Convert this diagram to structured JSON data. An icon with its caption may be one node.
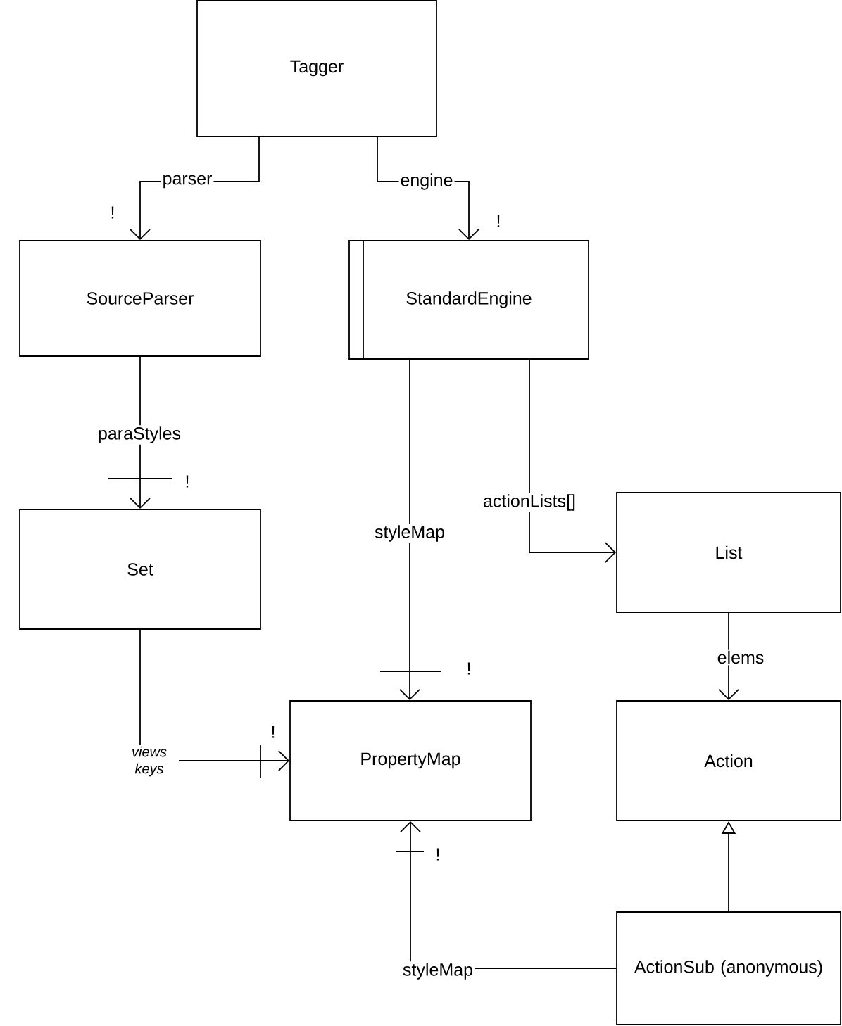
{
  "diagram": {
    "nodes": [
      {
        "text": [
          "Tagger"
        ]
      },
      {
        "text": [
          "SourceParser"
        ]
      },
      {
        "text": [
          "StandardEngine"
        ]
      },
      {
        "text": [
          "Set"
        ]
      },
      {
        "text": [
          "List"
        ]
      },
      {
        "text": [
          "PropertyMap"
        ]
      },
      {
        "text": [
          "Action"
        ]
      },
      {
        "text": [
          "ActionSub (anonymous)"
        ]
      }
    ],
    "edges": [
      {
        "from": 0,
        "to": 1,
        "arrow": "to",
        "label": "parser"
      },
      {
        "from": 0,
        "to": 2,
        "arrow": "to",
        "label": "engine"
      },
      {
        "from": 1,
        "to": 3,
        "arrow": "to",
        "label": "paraStyles"
      },
      {
        "from": 2,
        "to": 5,
        "arrow": "to",
        "label": "styleMap"
      },
      {
        "from": 2,
        "to": 4,
        "arrow": "to",
        "label": "actionLists[]"
      },
      {
        "from": 3,
        "to": 5,
        "arrow": "to",
        "label": "views keys"
      },
      {
        "from": 4,
        "to": 6,
        "arrow": "to",
        "label": "elems"
      },
      {
        "from": 7,
        "to": 6,
        "arrow": "to"
      },
      {
        "from": 7,
        "to": 5,
        "arrow": "to",
        "label": "styleMap"
      }
    ],
    "labels": [
      "!",
      "!",
      "!",
      "!",
      "!",
      "!"
    ]
  }
}
